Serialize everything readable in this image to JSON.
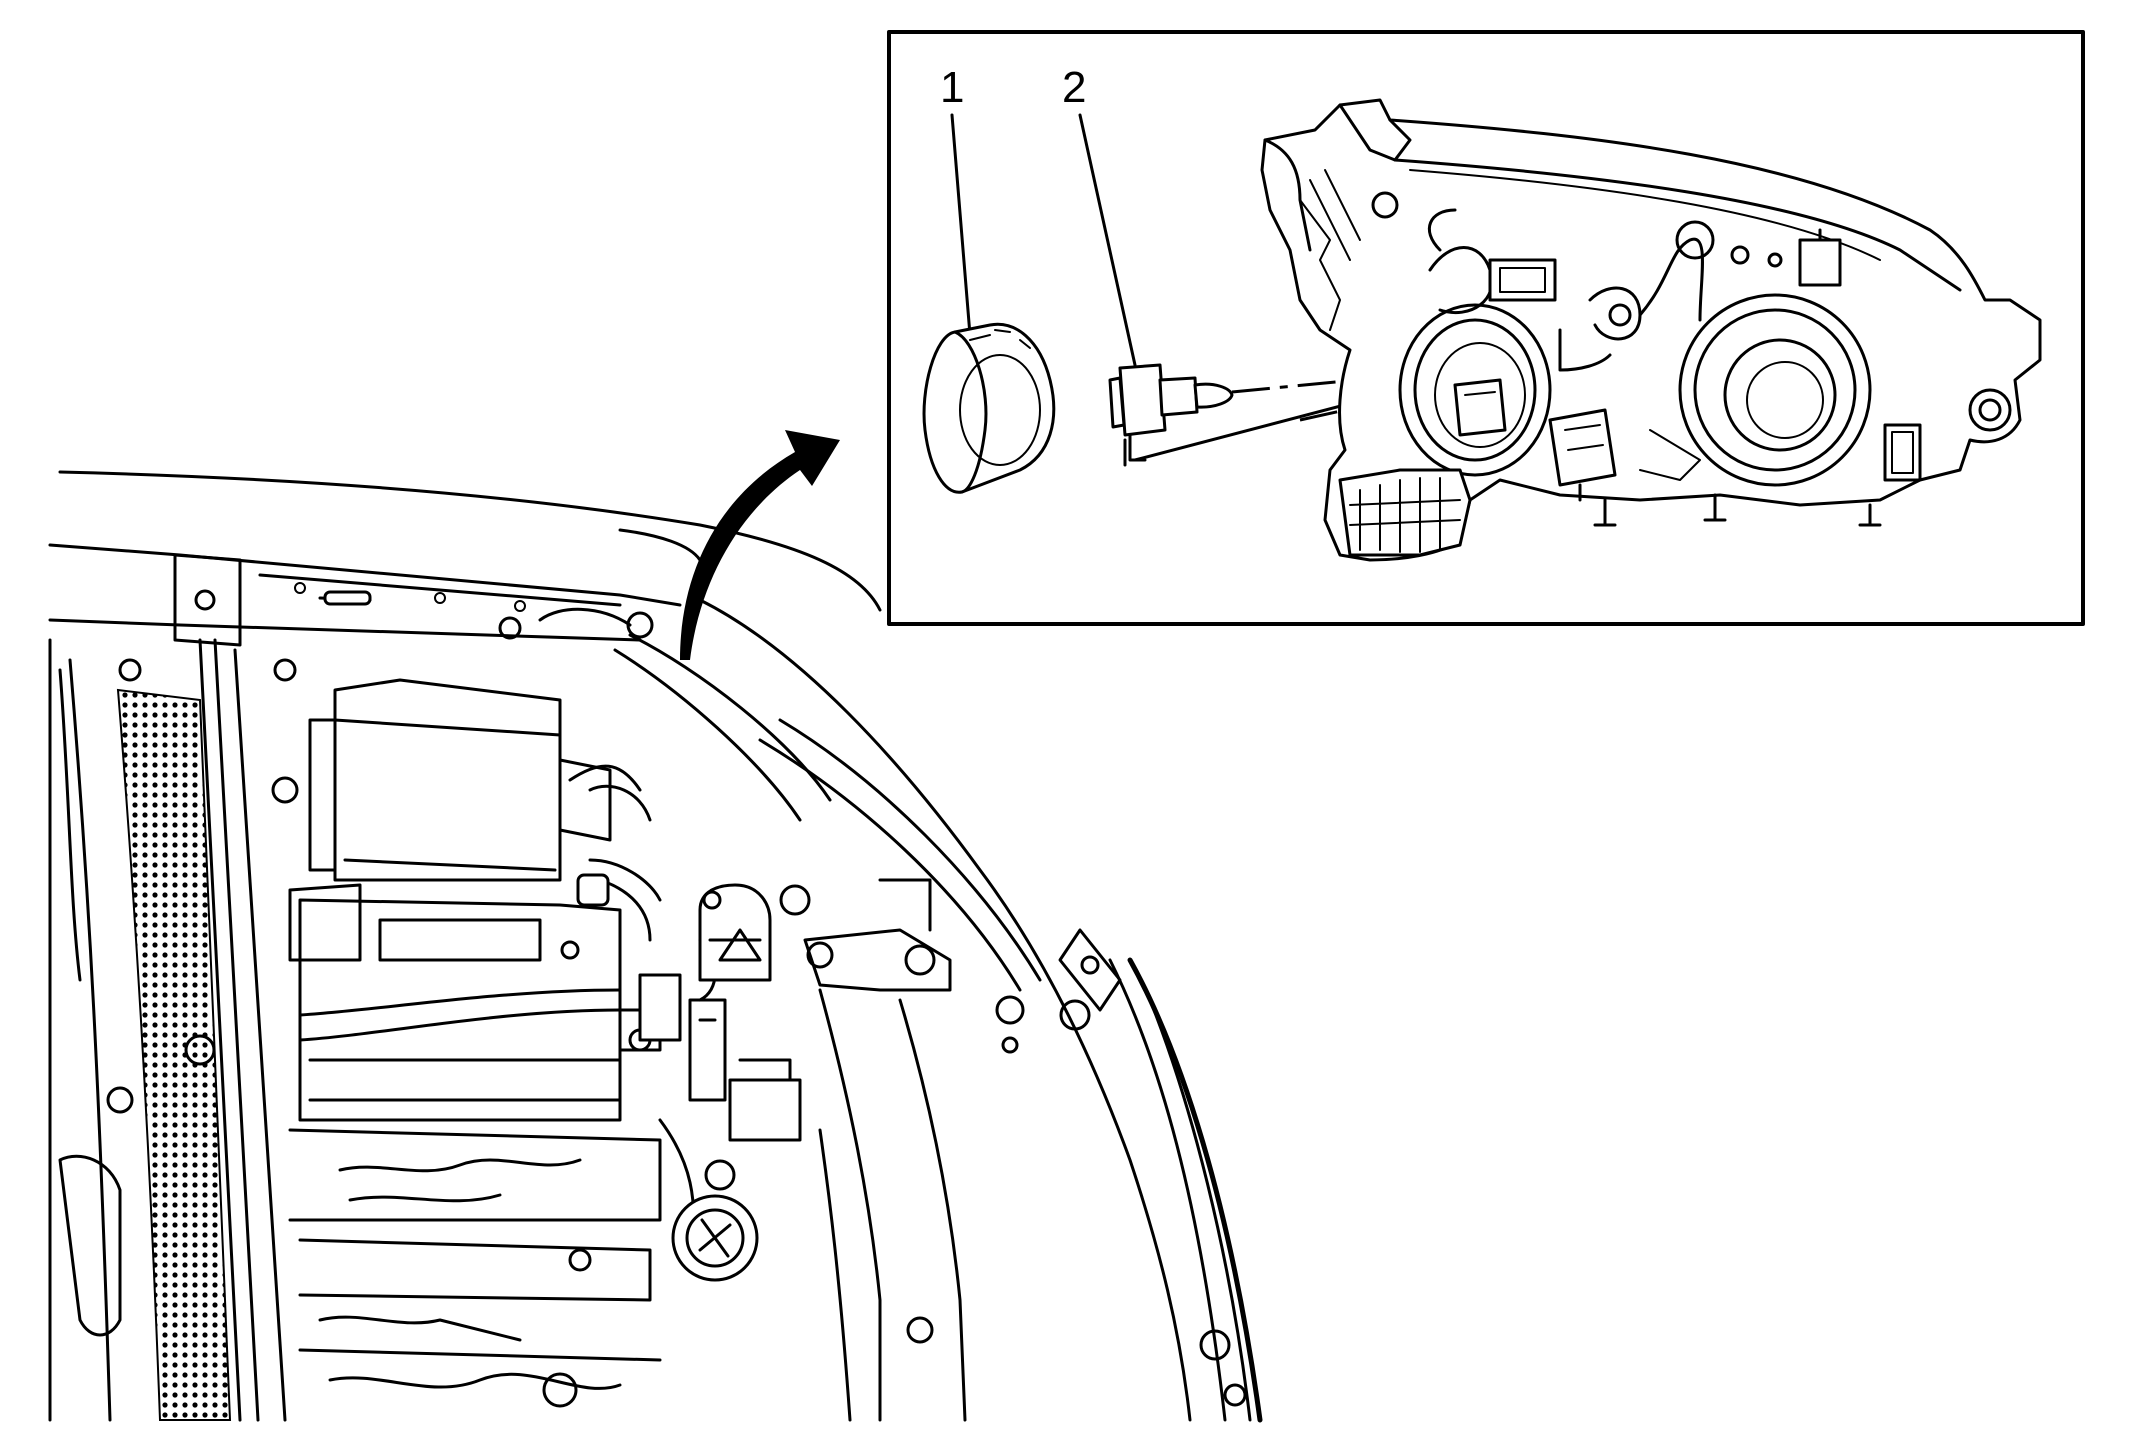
{
  "callouts": [
    {
      "number": "1",
      "part": "lamp-housing-cap"
    },
    {
      "number": "2",
      "part": "headlamp-bulb"
    }
  ],
  "icons": {
    "cap": "headlamp-cap-icon",
    "bulb": "headlamp-bulb-icon",
    "headlamp": "headlamp-assembly-icon",
    "arrow": "curved-arrow-icon",
    "engine_bay": "engine-compartment-icon"
  },
  "colors": {
    "line": "#000000",
    "background": "#ffffff"
  }
}
